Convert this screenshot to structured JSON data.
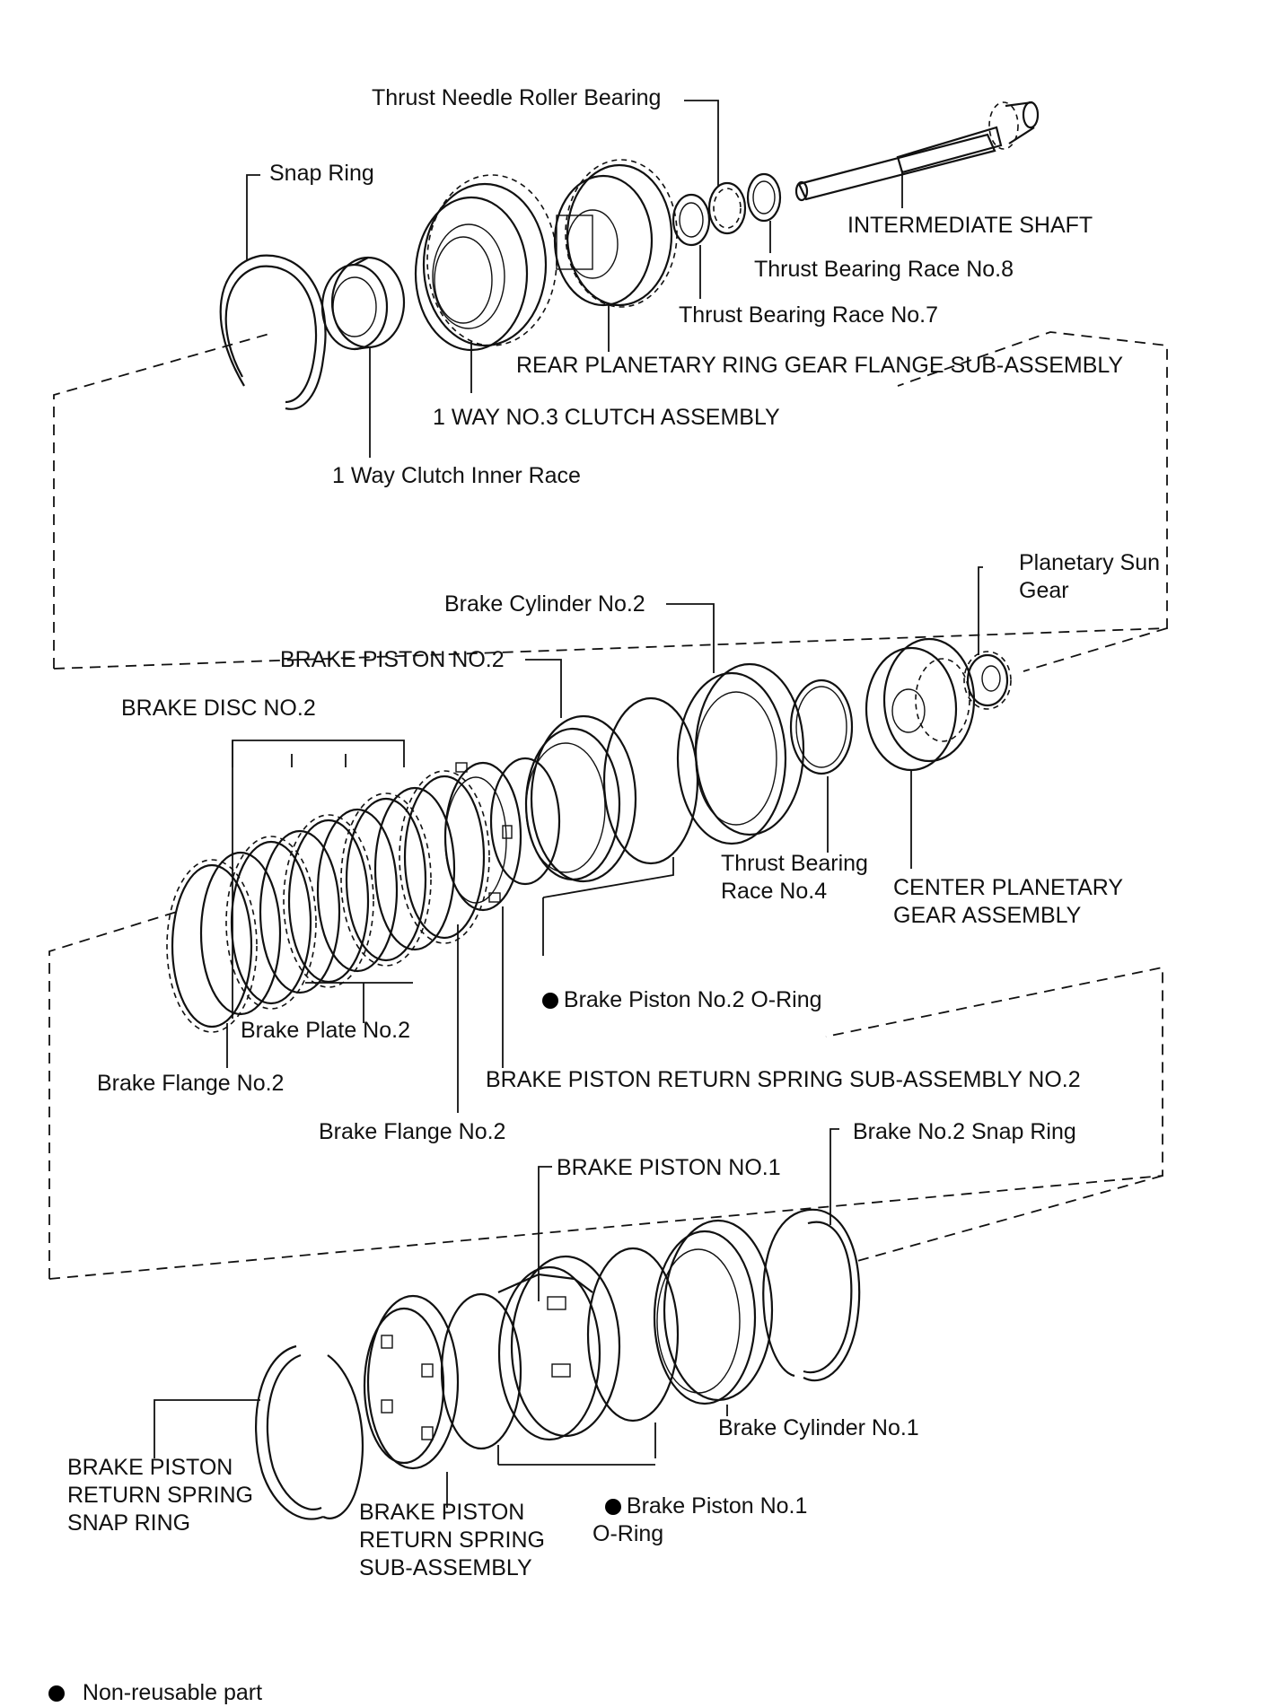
{
  "labels": {
    "thrust_needle_roller_bearing": "Thrust Needle Roller Bearing",
    "snap_ring": "Snap Ring",
    "intermediate_shaft": "INTERMEDIATE SHAFT",
    "thrust_bearing_race_no8": "Thrust Bearing Race No.8",
    "thrust_bearing_race_no7": "Thrust Bearing Race No.7",
    "rear_planetary_ring_gear_flange": "REAR PLANETARY RING GEAR FLANGE SUB-ASSEMBLY",
    "one_way_no3_clutch_assembly": "1 WAY NO.3 CLUTCH ASSEMBLY",
    "one_way_clutch_inner_race": "1 Way Clutch Inner Race",
    "planetary_sun_gear": "Planetary Sun\nGear",
    "brake_cylinder_no2": "Brake Cylinder No.2",
    "brake_piston_no2": "BRAKE PISTON NO.2",
    "brake_disc_no2": "BRAKE DISC NO.2",
    "thrust_bearing_race_no4": "Thrust Bearing\nRace No.4",
    "center_planetary_gear_assembly": "CENTER PLANETARY\nGEAR ASSEMBLY",
    "brake_piston_no2_oring": "Brake Piston No.2 O-Ring",
    "brake_plate_no2": "Brake Plate No.2",
    "brake_flange_no2_left": "Brake Flange No.2",
    "brake_piston_return_spring_subassy_no2": "BRAKE PISTON RETURN SPRING SUB-ASSEMBLY NO.2",
    "brake_flange_no2_middle": "Brake Flange No.2",
    "brake_no2_snap_ring": "Brake No.2 Snap Ring",
    "brake_piston_no1": "BRAKE PISTON NO.1",
    "brake_cylinder_no1": "Brake Cylinder No.1",
    "brake_piston_no1_oring": "Brake Piston No.1\nO-Ring",
    "brake_piston_return_spring_snap_ring": "BRAKE PISTON\nRETURN SPRING\nSNAP RING",
    "brake_piston_return_spring_subassy": "BRAKE PISTON\nRETURN SPRING\nSUB-ASSEMBLY"
  },
  "legend": {
    "marker": "filled-dot",
    "text": "Non-reusable part"
  },
  "non_reusable_parts": [
    "brake_piston_no2_oring",
    "brake_piston_no1_oring"
  ]
}
